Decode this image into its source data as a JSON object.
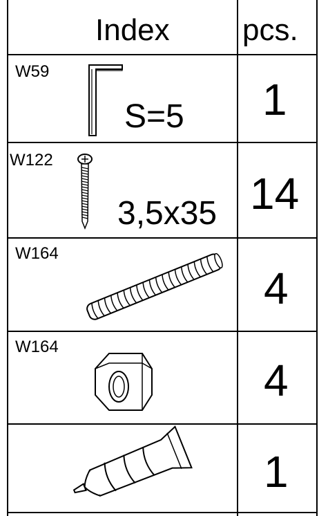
{
  "table": {
    "header": {
      "index": "Index",
      "pcs": "pcs."
    },
    "rows": [
      {
        "code": "W59",
        "size": "S=5",
        "qty": "1",
        "icon": "allen-key-icon"
      },
      {
        "code": "W122",
        "size": "3,5x35",
        "qty": "14",
        "icon": "screw-icon"
      },
      {
        "code": "W164",
        "size": "",
        "qty": "4",
        "icon": "threaded-rod-icon"
      },
      {
        "code": "W164",
        "size": "",
        "qty": "4",
        "icon": "hex-nut-icon"
      },
      {
        "code": "",
        "size": "",
        "qty": "1",
        "icon": "glue-tube-icon"
      }
    ]
  },
  "colors": {
    "line": "#000000",
    "background": "#ffffff"
  }
}
